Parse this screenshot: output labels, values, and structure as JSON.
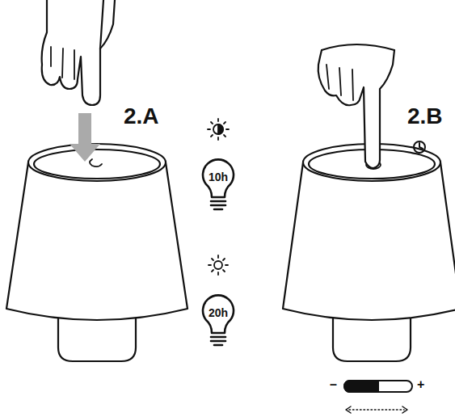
{
  "diagram": {
    "nodes": [
      {
        "text": [
          "10h"
        ]
      },
      {
        "text": [
          "20h"
        ]
      }
    ],
    "labels": [
      "2.A",
      "2.B",
      "–",
      "+"
    ]
  }
}
